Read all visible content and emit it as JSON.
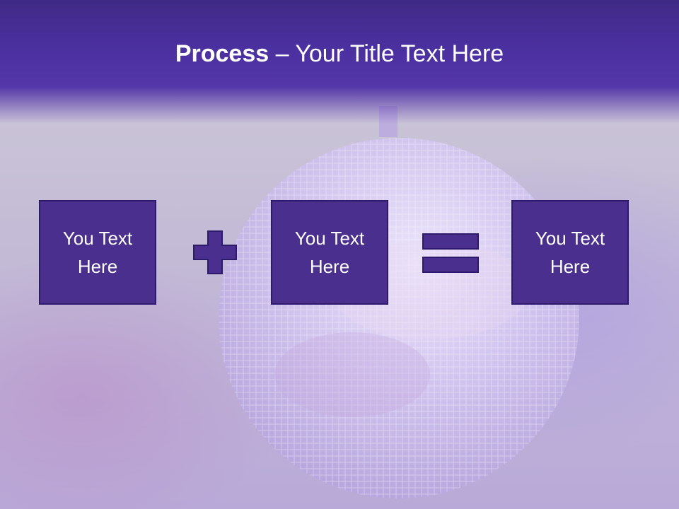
{
  "slide": {
    "title_bold": "Process",
    "title_rest": " – Your Title Text Here",
    "boxes": [
      {
        "text": "You Text Here"
      },
      {
        "text": "You Text Here"
      },
      {
        "text": "You Text Here"
      }
    ],
    "operators": [
      "plus-icon",
      "equals-icon"
    ]
  },
  "colors": {
    "title_band": "#4b30a0",
    "box_fill": "#4a2f8e",
    "box_border": "#2e1a6a",
    "operator_fill": "#4a2f8e",
    "text": "#ffffff"
  }
}
